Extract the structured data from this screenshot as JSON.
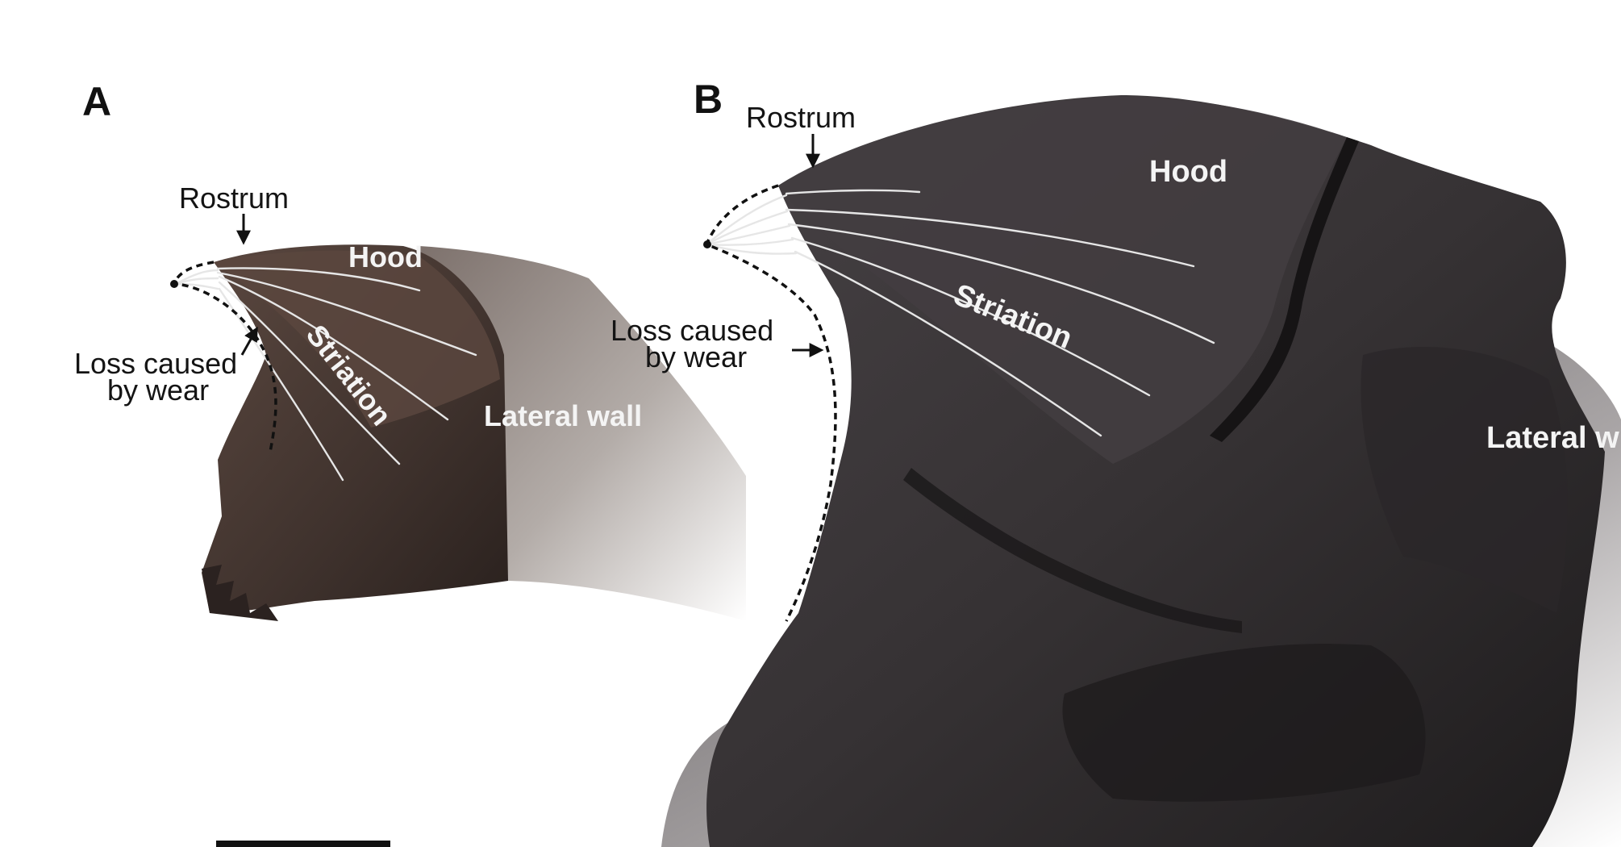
{
  "panel_a": {
    "letter": "A",
    "rostrum": "Rostrum",
    "hood": "Hood",
    "striation": "Striation",
    "lateral_wall": "Lateral wall",
    "loss_line1": "Loss caused",
    "loss_line2": "by wear"
  },
  "panel_b": {
    "letter": "B",
    "rostrum": "Rostrum",
    "hood": "Hood",
    "striation": "Striation",
    "lateral_wall": "Lateral w",
    "loss_line1": "Loss caused",
    "loss_line2": "by wear"
  },
  "colors": {
    "specimen_a": "#4a3a33",
    "specimen_b": "#3b3739",
    "lateral_wall_shadow": "#9e9692",
    "dashed_outline": "#111111",
    "label_dark": "#141414",
    "label_light": "#f4f4f4"
  }
}
